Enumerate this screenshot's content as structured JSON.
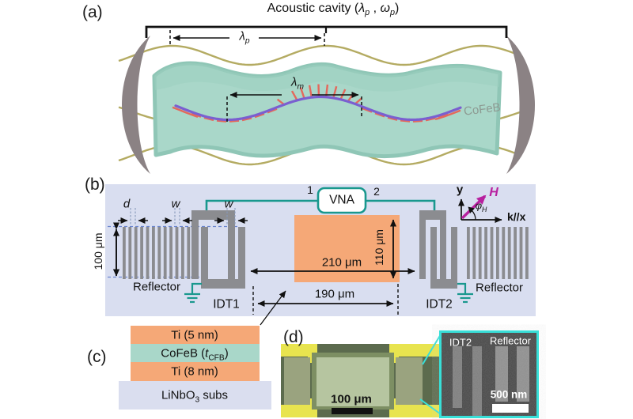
{
  "a": {
    "panel_label": "(a)",
    "title_pre": "Acoustic cavity (",
    "title_lambda": "λ",
    "title_lambda_sub": "p",
    "title_mid": " , ",
    "title_omega": "ω",
    "title_omega_sub": "p",
    "title_post": ")",
    "lambda_p": "λ",
    "lambda_p_sub": "p",
    "lambda_m": "λ",
    "lambda_m_sub": "m",
    "film": "CoFeB"
  },
  "b": {
    "panel_label": "(b)",
    "vna": "VNA",
    "port1": "1",
    "port2": "2",
    "dim_d": "d",
    "dim_w": "w",
    "aperture_height": "100 μm",
    "film_height": "110 μm",
    "cavity_width": "210 μm",
    "film_width": "190 μm",
    "reflector": "Reflector",
    "idt1": "IDT1",
    "idt2": "IDT2",
    "axis_y": "y",
    "axis_kx": "k//x",
    "field_h": "H",
    "phi": "φ",
    "phi_sub": "H"
  },
  "c": {
    "panel_label": "(c)",
    "layer1": "Ti (5 nm)",
    "layer2_pre": "CoFeB (",
    "layer2_t": "t",
    "layer2_sub": "CFB",
    "layer2_post": ")",
    "layer3": "Ti (8 nm)",
    "substrate_pre": "LiNbO",
    "substrate_sub": "3",
    "substrate_post": " subs"
  },
  "d": {
    "panel_label": "(d)",
    "optical_scale": "100 μm",
    "sem": {
      "idt2": "IDT2",
      "reflector": "Reflector",
      "scale": "500 nm"
    }
  },
  "colors": {
    "wire_teal": "#19988e",
    "film_orange": "#f5a877",
    "panel_lavender": "#d9def0",
    "cofeb_teal": "#a9d7c9",
    "electrode_gray": "#8b8c90",
    "field_magenta": "#b8209f",
    "zoom_cyan": "#38dfd8",
    "wave_olive": "#b4ab62",
    "precession_purple": "#7a5fd0",
    "spin_red": "#e4685c",
    "pad_yellow": "#e8e44f",
    "mirror_gray": "#8b8284"
  }
}
